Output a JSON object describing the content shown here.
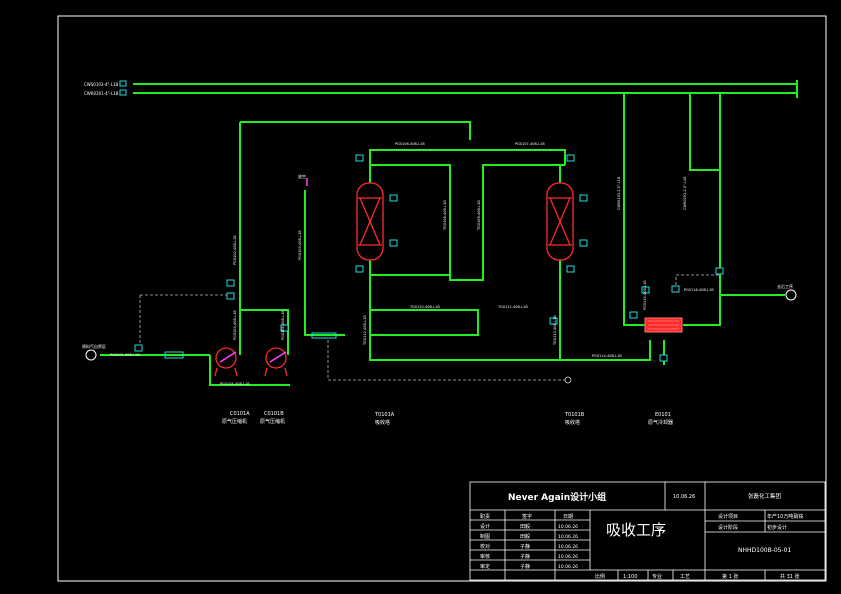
{
  "title_block": {
    "team": "Never   Again设计小组",
    "date_header": "10.06.26",
    "company": "张磊化工集团",
    "drawing_title": "吸收工序",
    "project_label": "设计项目",
    "project_value": "年产10万吨硝铵",
    "stage_label": "设计阶段",
    "stage_value": "初步设计",
    "drawing_no": "NHHD100B-05-01",
    "headers": [
      "职责",
      "签字",
      "日期"
    ],
    "rows": [
      {
        "role": "设计",
        "name": "田毅",
        "date": "10.06.26"
      },
      {
        "role": "制图",
        "name": "田毅",
        "date": "10.06.26"
      },
      {
        "role": "校对",
        "name": "子静",
        "date": "10.06.26"
      },
      {
        "role": "审核",
        "name": "子静",
        "date": "10.06.26"
      },
      {
        "role": "审定",
        "name": "子静",
        "date": "10.06.26"
      }
    ],
    "scale_label": "比例",
    "scale_value": "1:100",
    "major_label": "专业",
    "major_value": "工艺",
    "sheet": "第 1 张",
    "total": "共 31 张"
  },
  "equipment": [
    {
      "tag": "C0101A",
      "name": "原气压缩机"
    },
    {
      "tag": "C0101B",
      "name": "原气压缩机"
    },
    {
      "tag": "T0101A",
      "name": "吸收塔"
    },
    {
      "tag": "T0101B",
      "name": "吸收塔"
    },
    {
      "tag": "E0101",
      "name": "原气冷却器"
    }
  ],
  "line_labels": {
    "top1": "CWS0103-4\"-L1B",
    "top2": "CWR0201-4\"-L1B",
    "left_inlet": "原料气自界区",
    "left_line": "PG0101-60B-L1B",
    "vertical_feed": "PG0102-40B-L1B",
    "pump_line1": "PG0103-40B-L1B",
    "pump_line2": "PG0104-40B-L1B",
    "pump_bottom": "PG0105-40B-L1B",
    "top_header_left": "PG0106-40B-L1B",
    "top_header_right": "PG0107-40B-L1B",
    "mid_v1": "TG0108-40B-L1B",
    "mid_v2": "TG0109-40B-L1B",
    "bottom_h1": "TG0110-40B-L1B",
    "bottom_h2": "TG0111-40B-L1B",
    "bottom_v1": "TG0112-40B-L1B",
    "bottom_v2": "TG0113-40B-L1B",
    "cooler_in": "PG0114-40B-L1B",
    "cw_v1": "CWS0103-2.5\"-L1B",
    "cw_v2": "CWR0201-2.5\"-L1B",
    "cooler_v": "PG0115-40B-L1B",
    "cooler_out": "PG0116-40B-L1B",
    "outlet": "去后工序",
    "vent": "放空"
  }
}
